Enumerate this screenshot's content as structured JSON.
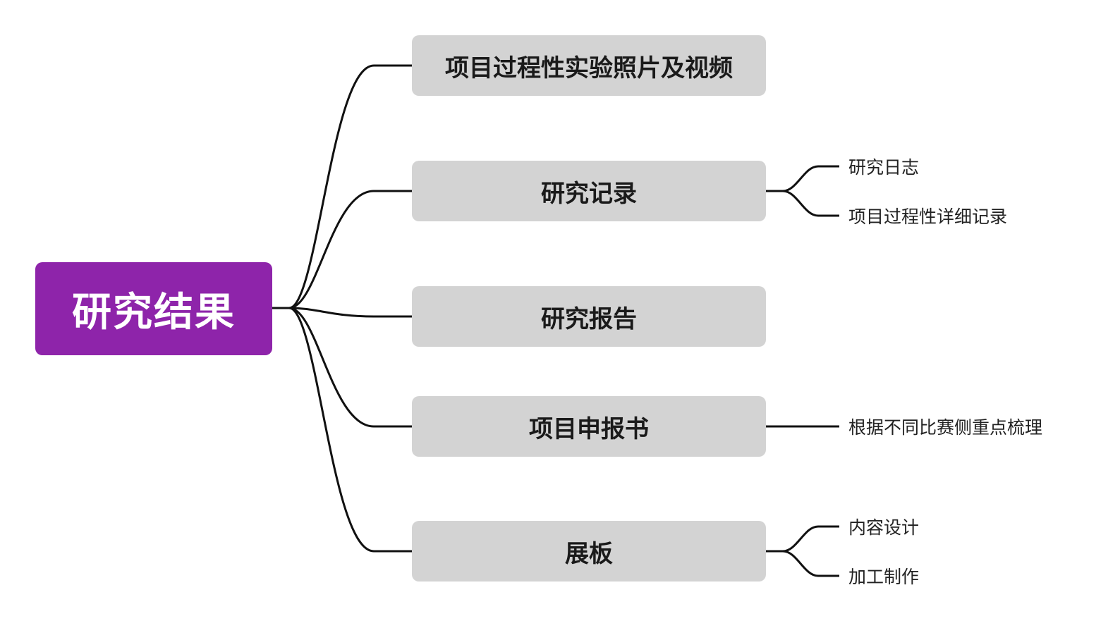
{
  "colors": {
    "root_fill": "#8e24aa",
    "branch_fill": "#d3d3d3",
    "line": "#111111"
  },
  "root": {
    "label": "研究结果"
  },
  "branches": [
    {
      "label": "项目过程性实验照片及视频",
      "children": []
    },
    {
      "label": "研究记录",
      "children": [
        "研究日志",
        "项目过程性详细记录"
      ]
    },
    {
      "label": "研究报告",
      "children": []
    },
    {
      "label": "项目申报书",
      "children": [
        "根据不同比赛侧重点梳理"
      ]
    },
    {
      "label": "展板",
      "children": [
        "内容设计",
        "加工制作"
      ]
    }
  ]
}
